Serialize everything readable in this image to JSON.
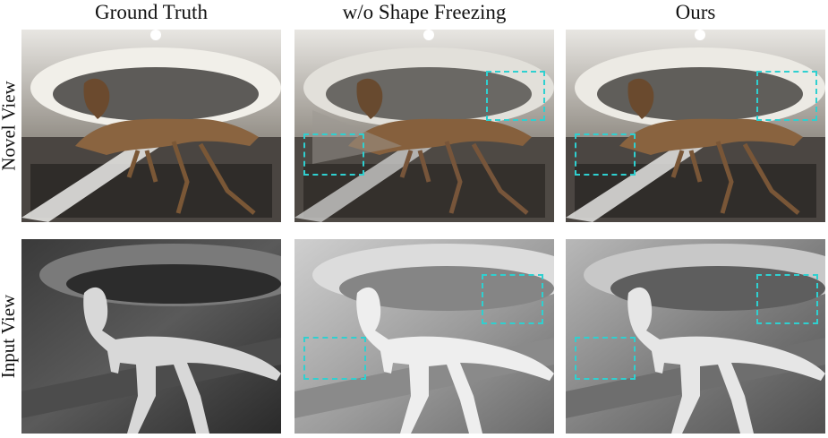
{
  "columns": [
    "Ground Truth",
    "w/o Shape Freezing",
    "Ours"
  ],
  "rows": [
    "Novel View",
    "Input View"
  ],
  "highlight_color": "#2fd0d0",
  "panels": [
    {
      "row": "novel",
      "column": "Ground Truth",
      "content": "dinosaur-skeleton-photo"
    },
    {
      "row": "novel",
      "column": "w/o Shape Freezing",
      "content": "dinosaur-skeleton-photo"
    },
    {
      "row": "novel",
      "column": "Ours",
      "content": "dinosaur-skeleton-photo"
    },
    {
      "row": "input",
      "column": "Ground Truth",
      "content": "depth-map"
    },
    {
      "row": "input",
      "column": "w/o Shape Freezing",
      "content": "depth-map"
    },
    {
      "row": "input",
      "column": "Ours",
      "content": "depth-map"
    }
  ]
}
